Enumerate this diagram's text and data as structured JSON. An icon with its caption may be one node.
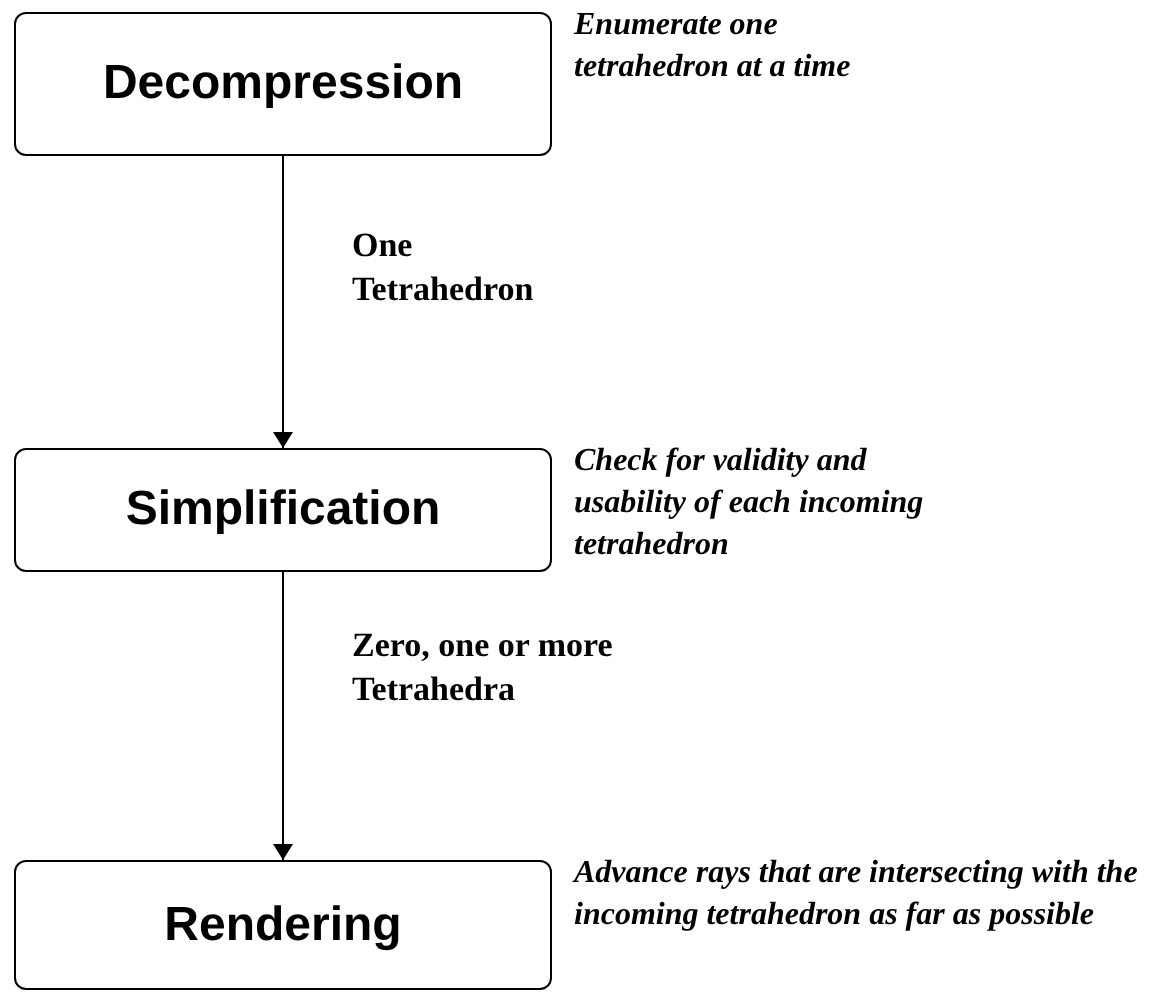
{
  "diagram": {
    "nodes": [
      {
        "text": [
          "Decompression"
        ],
        "beside": [
          "Enumerate one tetrahedron at a time"
        ]
      },
      {
        "text": [
          "Simplification"
        ],
        "beside": [
          "Check for validity and usability of each incoming tetrahedron"
        ]
      },
      {
        "text": [
          "Rendering"
        ],
        "beside": [
          "Advance rays that are intersecting with the incoming tetrahedron as far as possible"
        ]
      }
    ],
    "edges": [
      {
        "from": 0,
        "to": 1,
        "arrow": "to",
        "label": "One Tetrahedron"
      },
      {
        "from": 1,
        "to": 2,
        "arrow": "to",
        "label": "Zero, one or more Tetrahedra"
      }
    ]
  }
}
